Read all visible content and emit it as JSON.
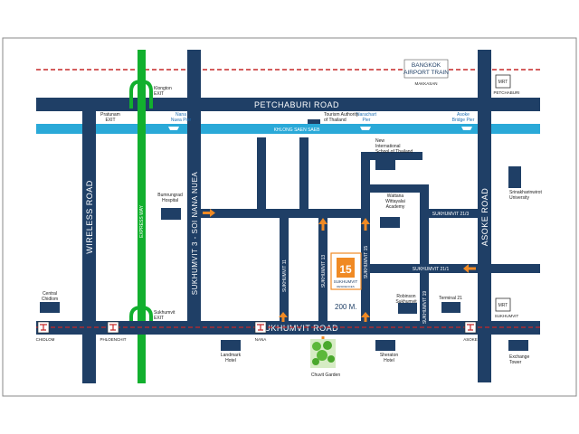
{
  "map": {
    "roads": {
      "petchaburi": "PETCHABURI ROAD",
      "sukhumvit": "SUKHUMVIT ROAD",
      "wireless": "WIRELESS ROAD",
      "asoke": "ASOKE ROAD",
      "express_way": "EXPRESS WAY",
      "soi_nana": "SUKHUMVIT 3 - SOI NANA NUEA",
      "soi11": "SUKHUMVIT 11",
      "soi13": "SUKHUMVIT 13",
      "soi15": "SUKHUMVIT 15",
      "soi19": "SUKHUMVIT 19",
      "soi21_1": "SUKHUMVIT 21/1",
      "soi21_3": "SUKHUMVIT 21/3"
    },
    "canal": "KHLONG SAEN SAEB",
    "airport_train": {
      "line1": "BANGKOK",
      "line2": "AIRPORT TRAIN",
      "station": "MAKKASAN"
    },
    "exits": {
      "klongton": [
        "Klongton",
        "EXIT"
      ],
      "pratunam": [
        "Pratunam",
        "EXIT"
      ],
      "sukhumvit": [
        "Sukhumvit",
        "EXIT"
      ]
    },
    "piers": {
      "nana": [
        "Nana",
        "Nuea Pier"
      ],
      "narachart": [
        "Narachart",
        "Pier"
      ],
      "asoke": [
        "Asoke",
        "Bridge Pier"
      ]
    },
    "landmarks": {
      "tat": [
        "Tourism Authority",
        "of Thailand"
      ],
      "nist": [
        "New",
        "International",
        "School of Thailand"
      ],
      "bumrungrad": [
        "Bumrungrad",
        "Hospital"
      ],
      "wattana": [
        "Wattana",
        "Wittayalai",
        "Academy"
      ],
      "srinakharinwirot": [
        "Srinakharinwirot",
        "University"
      ],
      "central_chidlom": [
        "Central",
        "Chidlom"
      ],
      "robinson": [
        "Robinson",
        "Sukhumvit"
      ],
      "terminal21": "Terminal 21",
      "landmark_hotel": [
        "Landmark",
        "Hotel"
      ],
      "sheraton": [
        "Sheraton",
        "Hotel"
      ],
      "chuvit": "Chuvit Garden",
      "exchange_tower": [
        "Exchange",
        "Tower"
      ]
    },
    "bts": {
      "chidlom": "CHIDLOM",
      "phloenchit": "PHLOENCHIT",
      "nana": "NANA",
      "asoke": "ASOKE"
    },
    "mrt": {
      "sukhumvit": "SUKHUMVIT",
      "petchaburi": "PETCHABURI"
    },
    "mrt_logo": "MRT",
    "project": {
      "logo_number": "15",
      "name": "SUKHUMVIT",
      "tagline": "RESIDENCES",
      "distance": "200 M."
    },
    "colors": {
      "road": "#1f3f66",
      "canal": "#2aa9d8",
      "express_way": "#12b02e",
      "rail_dash": "#c62828",
      "arrow": "#f08a24",
      "building": "#1f3f66",
      "project": "#f08a24"
    }
  }
}
